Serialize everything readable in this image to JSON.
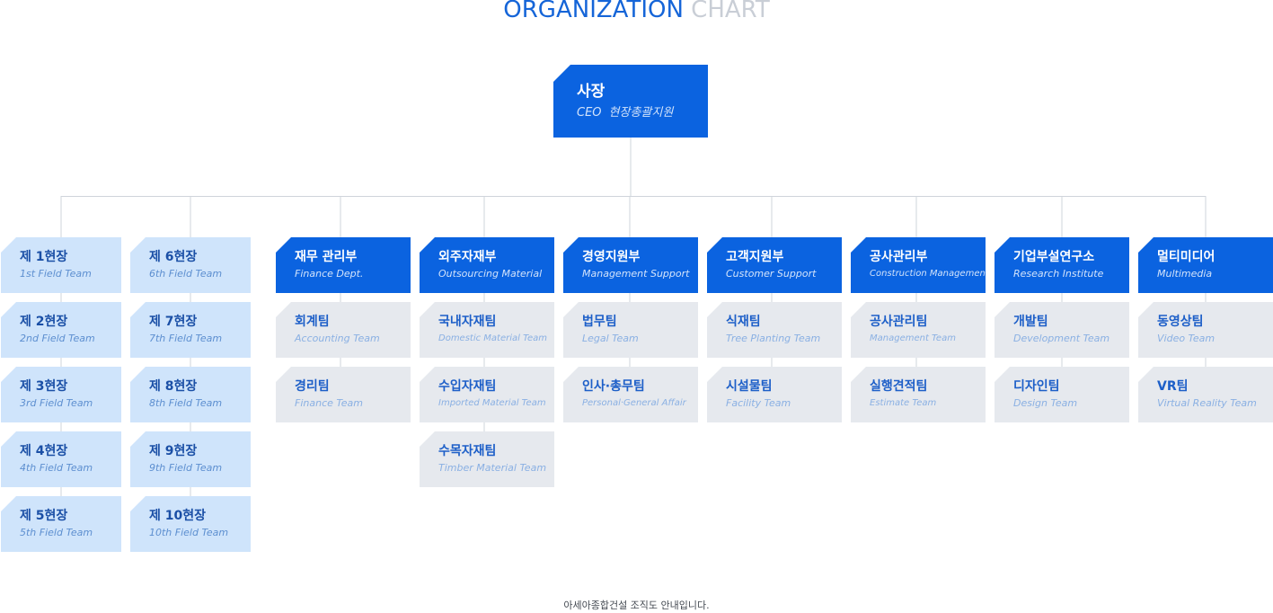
{
  "title": {
    "part1": "ORGANIZATION",
    "part2": "CHART"
  },
  "ceo": {
    "name": "사장",
    "en": "CEO",
    "sub": "현장총괄지원"
  },
  "field_teams": [
    {
      "name": "제 1현장",
      "en": "1st Field Team"
    },
    {
      "name": "제 2현장",
      "en": "2nd Field Team"
    },
    {
      "name": "제 3현장",
      "en": "3rd Field Team"
    },
    {
      "name": "제 4현장",
      "en": "4th Field Team"
    },
    {
      "name": "제 5현장",
      "en": "5th Field Team"
    },
    {
      "name": "제 6현장",
      "en": "6th Field Team"
    },
    {
      "name": "제 7현장",
      "en": "7th Field Team"
    },
    {
      "name": "제 8현장",
      "en": "8th Field Team"
    },
    {
      "name": "제 9현장",
      "en": "9th Field Team"
    },
    {
      "name": "제 10현장",
      "en": "10th Field Team"
    }
  ],
  "departments": [
    {
      "name": "재무 관리부",
      "en": "Finance Dept.",
      "teams": [
        {
          "name": "회계팀",
          "en": "Accounting Team"
        },
        {
          "name": "경리팀",
          "en": "Finance Team"
        }
      ]
    },
    {
      "name": "외주자재부",
      "en": "Outsourcing Material",
      "teams": [
        {
          "name": "국내자재팀",
          "en": "Domestic Material Team"
        },
        {
          "name": "수입자재팀",
          "en": "Imported Material Team"
        },
        {
          "name": "수목자재팀",
          "en": "Timber Material Team"
        }
      ]
    },
    {
      "name": "경영지원부",
      "en": "Management Support",
      "teams": [
        {
          "name": "법무팀",
          "en": "Legal Team"
        },
        {
          "name": "인사·총무팀",
          "en": "Personal·General Affair"
        }
      ]
    },
    {
      "name": "고객지원부",
      "en": "Customer Support",
      "teams": [
        {
          "name": "식재팀",
          "en": "Tree Planting Team"
        },
        {
          "name": "시설물팀",
          "en": "Facility Team"
        }
      ]
    },
    {
      "name": "공사관리부",
      "en": "Construction Management",
      "teams": [
        {
          "name": "공사관리팀",
          "en": "Management Team"
        },
        {
          "name": "실행견적팀",
          "en": "Estimate Team"
        }
      ]
    },
    {
      "name": "기업부설연구소",
      "en": "Research Institute",
      "teams": [
        {
          "name": "개발팀",
          "en": "Development Team"
        },
        {
          "name": "디자인팀",
          "en": "Design Team"
        }
      ]
    },
    {
      "name": "멀티미디어",
      "en": "Multimedia",
      "teams": [
        {
          "name": "동영상팀",
          "en": "Video Team"
        },
        {
          "name": "VR팀",
          "en": "Virtual Reality Team"
        }
      ]
    }
  ],
  "footnote": "아세아종합건설 조직도 안내입니다."
}
